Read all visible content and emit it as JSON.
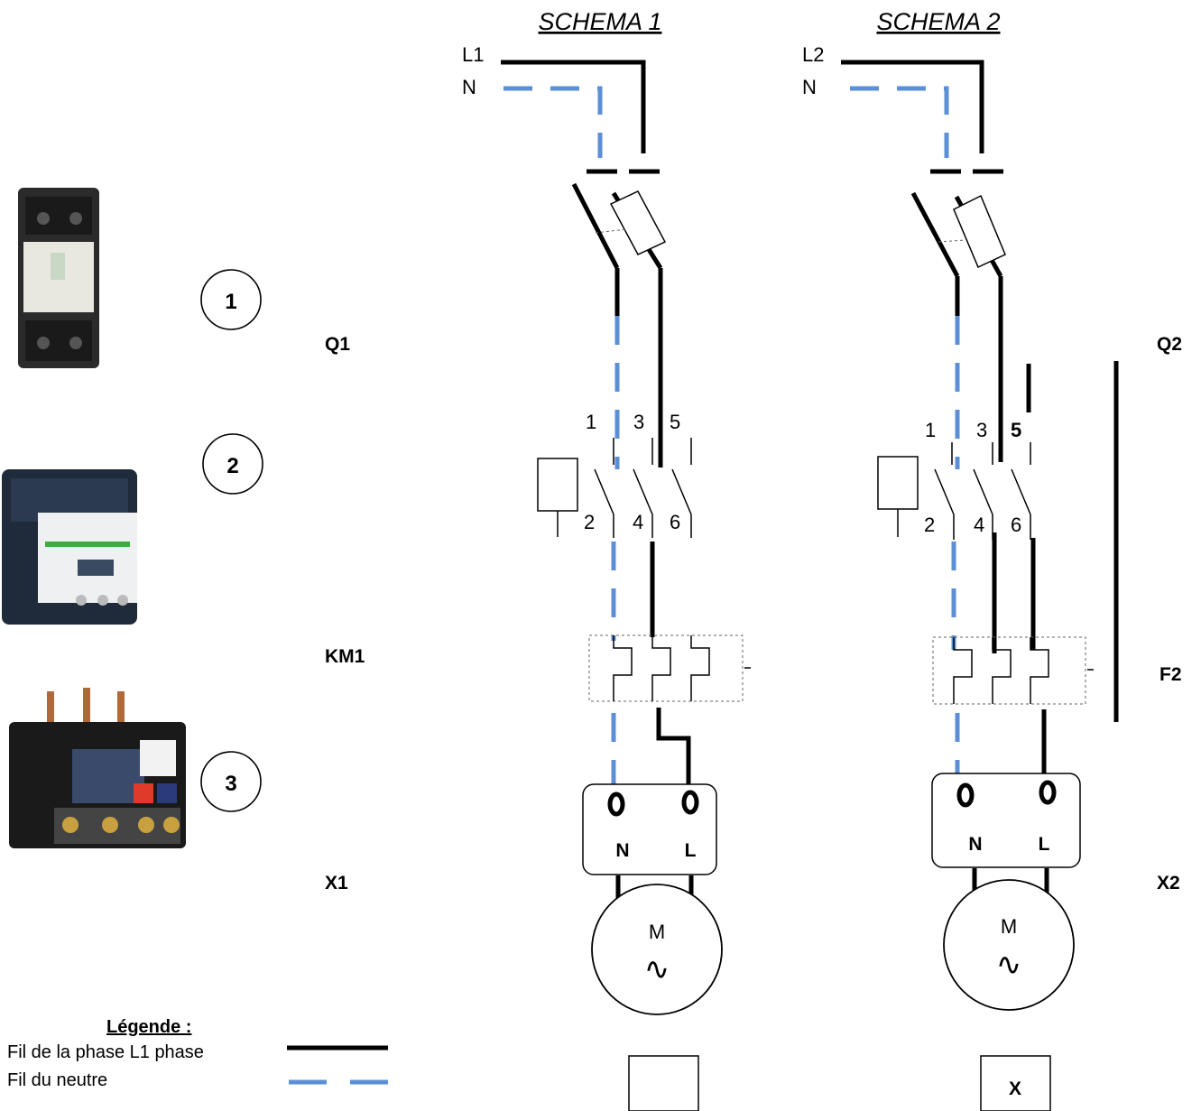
{
  "schema1": {
    "title": "SCHEMA 1",
    "phase_label": "L1",
    "neutral_label": "N",
    "q_label": "Q1",
    "km_label": "KM1",
    "x_label": "X1",
    "contacts_top": [
      "1",
      "3",
      "5"
    ],
    "contacts_bottom": [
      "2",
      "4",
      "6"
    ],
    "plug_n": "N",
    "plug_l": "L",
    "motor_label": "M",
    "motor_symbol": "∿",
    "checkbox": ""
  },
  "schema2": {
    "title": "SCHEMA 2",
    "phase_label": "L2",
    "neutral_label": "N",
    "q_label": "Q2",
    "f_label": "F2",
    "x_label": "X2",
    "contacts_top": [
      "1",
      "3",
      "5"
    ],
    "contacts_bottom": [
      "2",
      "4",
      "6"
    ],
    "plug_n": "N",
    "plug_l": "L",
    "motor_label": "M",
    "motor_symbol": "∿",
    "checkbox": "X",
    "checkbox_color": "#e02020"
  },
  "components": [
    {
      "number": "1",
      "icon": "fuse-disconnector-icon"
    },
    {
      "number": "2",
      "icon": "contactor-icon"
    },
    {
      "number": "3",
      "icon": "thermal-relay-icon"
    }
  ],
  "legend": {
    "title": "Légende :",
    "items": [
      {
        "label": "Fil de la phase L1 phase",
        "style": "solid",
        "color": "#000000"
      },
      {
        "label": "Fil du neutre",
        "style": "dashed",
        "color": "#5b8fd6"
      }
    ]
  }
}
